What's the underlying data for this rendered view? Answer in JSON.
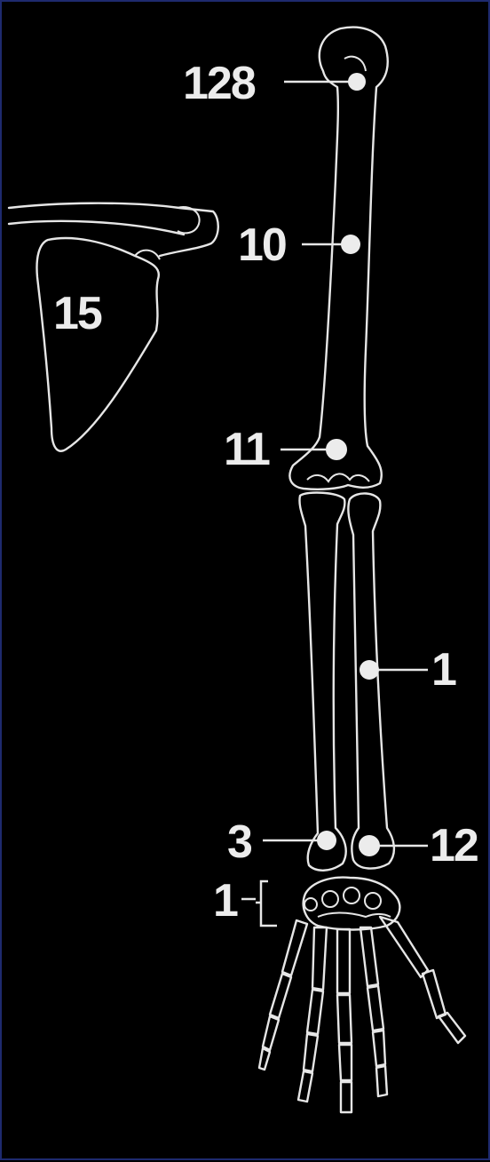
{
  "labels": {
    "humerus_head": "128",
    "humerus_shaft": "10",
    "humerus_distal": "11",
    "scapula": "15",
    "ulna_shaft": "1",
    "radius_distal": "3",
    "ulna_distal": "12",
    "carpals": "1"
  },
  "colors": {
    "background": "#000000",
    "border": "#1e2a6e",
    "line": "#e6e6e6"
  }
}
